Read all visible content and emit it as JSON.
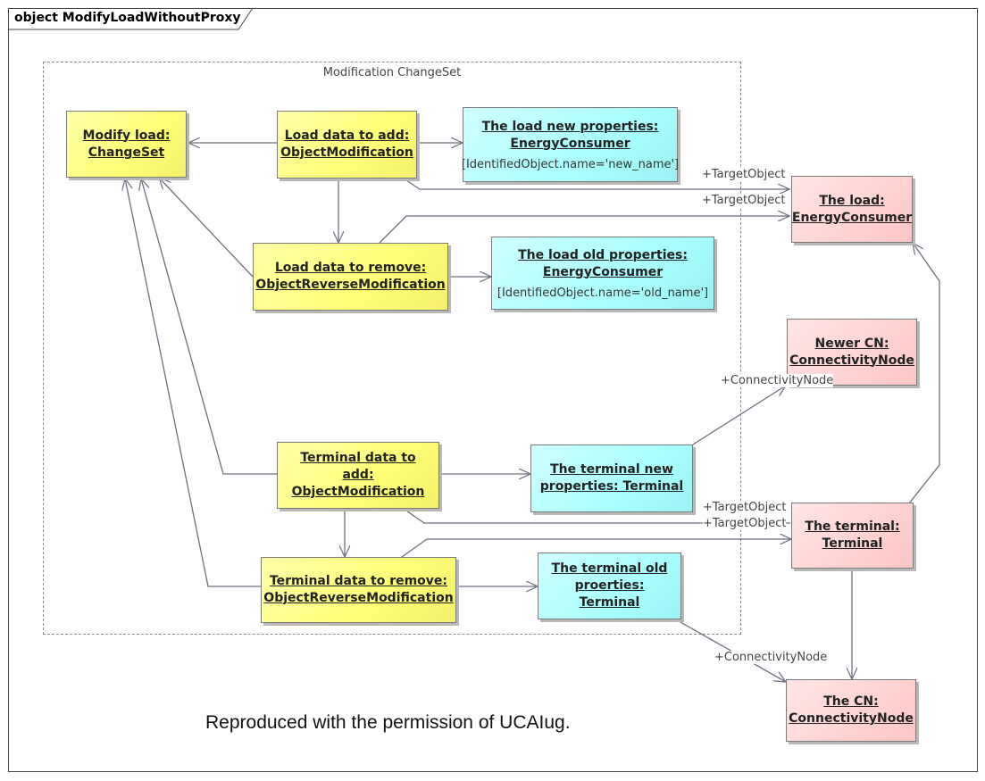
{
  "frame": {
    "title": "object ModifyLoadWithoutProxy"
  },
  "changeset": {
    "label": "Modification ChangeSet"
  },
  "nodes": {
    "modify_load": {
      "line1": "Modify load:",
      "line2": "ChangeSet"
    },
    "load_add": {
      "line1": "Load data to add:",
      "line2": "ObjectModification"
    },
    "load_new_props": {
      "line1": "The load new properties:",
      "line2": "EnergyConsumer",
      "attr": "[IdentifiedObject.name='new_name']"
    },
    "load_remove": {
      "line1": "Load data to remove:",
      "line2": "ObjectReverseModification"
    },
    "load_old_props": {
      "line1": "The load old properties:",
      "line2": "EnergyConsumer",
      "attr": "[IdentifiedObject.name='old_name']"
    },
    "the_load": {
      "line1": "The load:",
      "line2": "EnergyConsumer"
    },
    "newer_cn": {
      "line1": "Newer CN:",
      "line2": "ConnectivityNode"
    },
    "terminal_add": {
      "line1": "Terminal data to",
      "line2": "add:",
      "line3": "ObjectModification"
    },
    "terminal_new_props": {
      "line1": "The terminal new",
      "line2": "properties: Terminal"
    },
    "the_terminal": {
      "line1": "The terminal:",
      "line2": "Terminal"
    },
    "terminal_remove": {
      "line1": "Terminal data to remove:",
      "line2": "ObjectReverseModification"
    },
    "terminal_old_props": {
      "line1": "The terminal old",
      "line2": "proerties:",
      "line3": "Terminal"
    },
    "the_cn": {
      "line1": "The CN:",
      "line2": "ConnectivityNode"
    }
  },
  "edge_labels": {
    "load_target_1": "+TargetObject",
    "load_target_2": "+TargetObject",
    "newer_cn_role": "+ConnectivityNode",
    "terminal_target_1": "+TargetObject",
    "terminal_target_2": "+TargetObject",
    "cn_role": "+ConnectivityNode"
  },
  "footnote": "Reproduced with the permission of UCAIug.",
  "colors": {
    "yellow": "#ffff77",
    "cyan": "#aaffff",
    "pink": "#ffd2d2",
    "line": "#6a6f80"
  }
}
